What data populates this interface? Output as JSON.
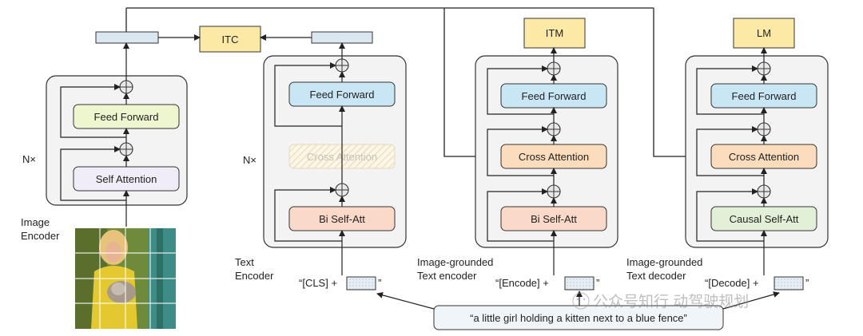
{
  "top_outputs": {
    "itc": "ITC",
    "itm": "ITM",
    "lm": "LM"
  },
  "image_encoder": {
    "repeat": "N×",
    "feed_forward": "Feed Forward",
    "self_attention": "Self Attention",
    "label_line1": "Image",
    "label_line2": "Encoder"
  },
  "text_encoder": {
    "repeat": "N×",
    "feed_forward": "Feed Forward",
    "cross_attention": "Cross Attention",
    "self_att": "Bi Self-Att",
    "label_line1": "Text",
    "label_line2": "Encoder",
    "input_token": "“[CLS] +",
    "input_close": "”"
  },
  "grounded_encoder": {
    "feed_forward": "Feed Forward",
    "cross_attention": "Cross Attention",
    "self_att": "Bi Self-Att",
    "label_line1": "Image-grounded",
    "label_line2": "Text encoder",
    "input_token": "“[Encode] +",
    "input_close": "”"
  },
  "grounded_decoder": {
    "feed_forward": "Feed Forward",
    "cross_attention": "Cross Attention",
    "self_att": "Causal Self-Att",
    "label_line1": "Image-grounded",
    "label_line2": "Text decoder",
    "input_token": "“[Decode] +",
    "input_close": "”"
  },
  "caption": "“a little girl holding a kitten next to a blue fence”",
  "watermark": "公众号知行 动驾驶规划",
  "colors": {
    "output_box": "#fce9a6",
    "feed_forward_blue": "#c9e6f5",
    "feed_forward_green": "#eef6cf",
    "self_attention_purple": "#f1edf8",
    "cross_attention": "#fbdcbc",
    "bi_self_att": "#fbd9c9",
    "causal_self_att": "#e3f0d8",
    "block_bg": "#f3f3f3",
    "token_box": "#dbe7f0",
    "caption_bg": "#f0f5f9"
  }
}
